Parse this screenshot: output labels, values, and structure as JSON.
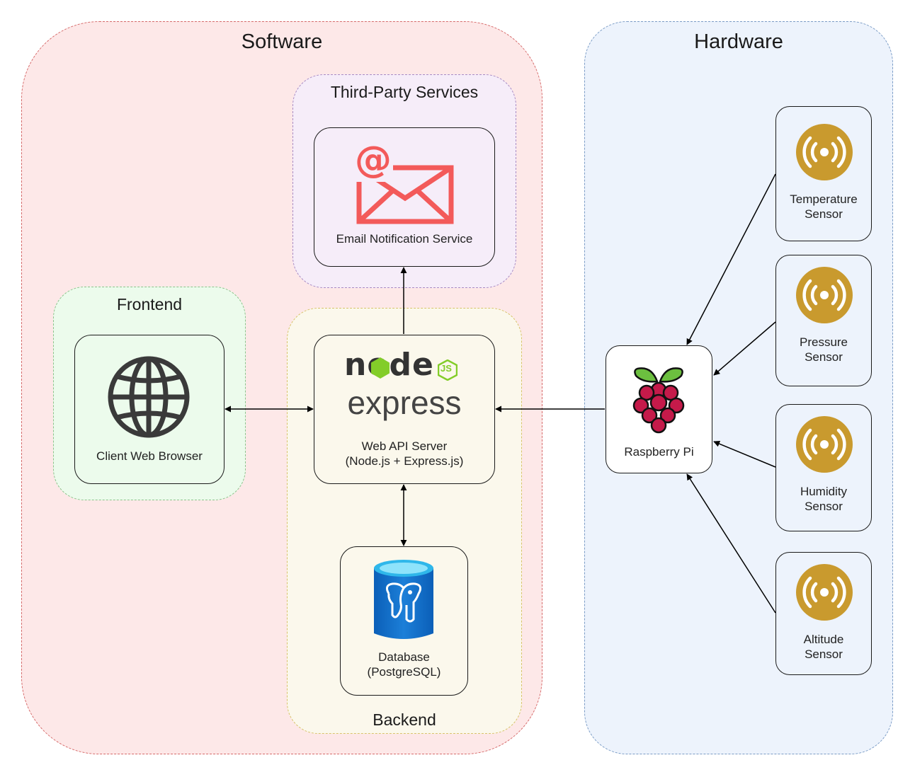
{
  "groups": {
    "software": {
      "title": "Software"
    },
    "hardware": {
      "title": "Hardware"
    },
    "third_party": {
      "title": "Third-Party Services"
    },
    "frontend": {
      "title": "Frontend"
    },
    "backend": {
      "title": "Backend"
    }
  },
  "nodes": {
    "email": {
      "label": "Email Notification Service"
    },
    "browser": {
      "label": "Client Web Browser"
    },
    "api": {
      "line1": "Web API Server",
      "line2": "(Node.js + Express.js)",
      "logo_top": "node",
      "logo_badge": "JS",
      "logo_bottom": "express"
    },
    "database": {
      "line1": "Database",
      "line2": "(PostgreSQL)"
    },
    "raspberry": {
      "label": "Raspberry Pi"
    },
    "temperature": {
      "line1": "Temperature",
      "line2": "Sensor"
    },
    "pressure": {
      "line1": "Pressure",
      "line2": "Sensor"
    },
    "humidity": {
      "line1": "Humidity",
      "line2": "Sensor"
    },
    "altitude": {
      "line1": "Altitude",
      "line2": "Sensor"
    }
  },
  "icons": {
    "email": "email-at-envelope-icon",
    "browser": "globe-icon",
    "database": "postgresql-database-icon",
    "raspberry": "raspberry-pi-icon",
    "sensor": "sensor-signal-icon"
  },
  "colors": {
    "software_fill": "#fde8e8",
    "hardware_fill": "#edf3fc",
    "third_party_fill": "#f6edf9",
    "frontend_fill": "#ecfbec",
    "backend_fill": "#fbf8ec",
    "sensor_gold": "#c99a2e",
    "email_red": "#f35a5a"
  },
  "connections": [
    {
      "from": "browser",
      "to": "api",
      "direction": "both"
    },
    {
      "from": "api",
      "to": "email",
      "direction": "forward"
    },
    {
      "from": "api",
      "to": "database",
      "direction": "both"
    },
    {
      "from": "raspberry",
      "to": "api",
      "direction": "forward"
    },
    {
      "from": "temperature",
      "to": "raspberry",
      "direction": "forward"
    },
    {
      "from": "pressure",
      "to": "raspberry",
      "direction": "forward"
    },
    {
      "from": "humidity",
      "to": "raspberry",
      "direction": "forward"
    },
    {
      "from": "altitude",
      "to": "raspberry",
      "direction": "forward"
    }
  ]
}
